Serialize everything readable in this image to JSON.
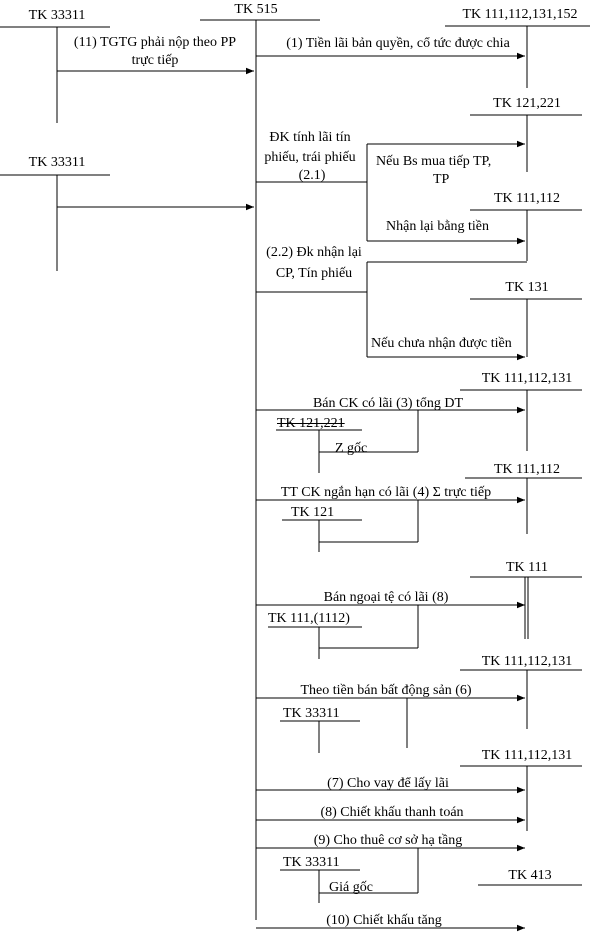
{
  "accounts": {
    "tk33311_top": "TK 33311",
    "tk515": "TK 515",
    "tk111_112_131_152": "TK 111,112,131,152",
    "tk121_221": "TK 121,221",
    "tk33311_mid": "TK 33311",
    "tk111_112_a": "TK 111,112",
    "tk131": "TK 131",
    "tk111_112_131_a": "TK 111,112,131",
    "tk121_221_strike": "TK 121,221",
    "tk111_112_b": "TK 111,112",
    "tk121": "TK 121",
    "tk111": "TK 111",
    "tk111_1112": "TK 111,(1112)",
    "tk111_112_131_b": "TK 111,112,131",
    "tk33311_c": "TK 33311",
    "tk111_112_131_c": "TK 111,112,131",
    "tk33311_d": "TK 33311",
    "tk413": "TK 413"
  },
  "labels": {
    "l11_line1": "(11) TGTG phải nộp theo PP",
    "l11_line2": "trực tiếp",
    "l1": "(1) Tiền lãi bản quyền, cổ tức được chia",
    "l21_line1": "ĐK tính lãi tín",
    "l21_line2": "phiếu, trái phiếu",
    "l21_line3": "(2.1)",
    "nbs_line1": "Nếu Bs mua tiếp TP,",
    "nbs_line2": "TP",
    "nhan_lai": "Nhận lại bằng tiền",
    "l22_line1": "(2.2) Đk nhận lại",
    "l22_line2": "CP, Tín phiếu",
    "neu_chua": "Nếu chưa nhận được tiền",
    "l3": "Bán CK có lãi (3) tổng DT",
    "z_goc": "Z gốc",
    "l4": "TT CK ngắn hạn có lãi (4) Σ trực tiếp",
    "l8a": "Bán ngoại tệ có lãi (8)",
    "l6": "Theo tiền bán bất động sản (6)",
    "l7": "(7) Cho vay để lấy lãi",
    "l8b": "(8) Chiết khấu thanh toán",
    "l9": "(9) Cho thuê cơ sở hạ tầng",
    "gia_goc": "Giá gốc",
    "l10": "(10) Chiết khấu tăng"
  }
}
